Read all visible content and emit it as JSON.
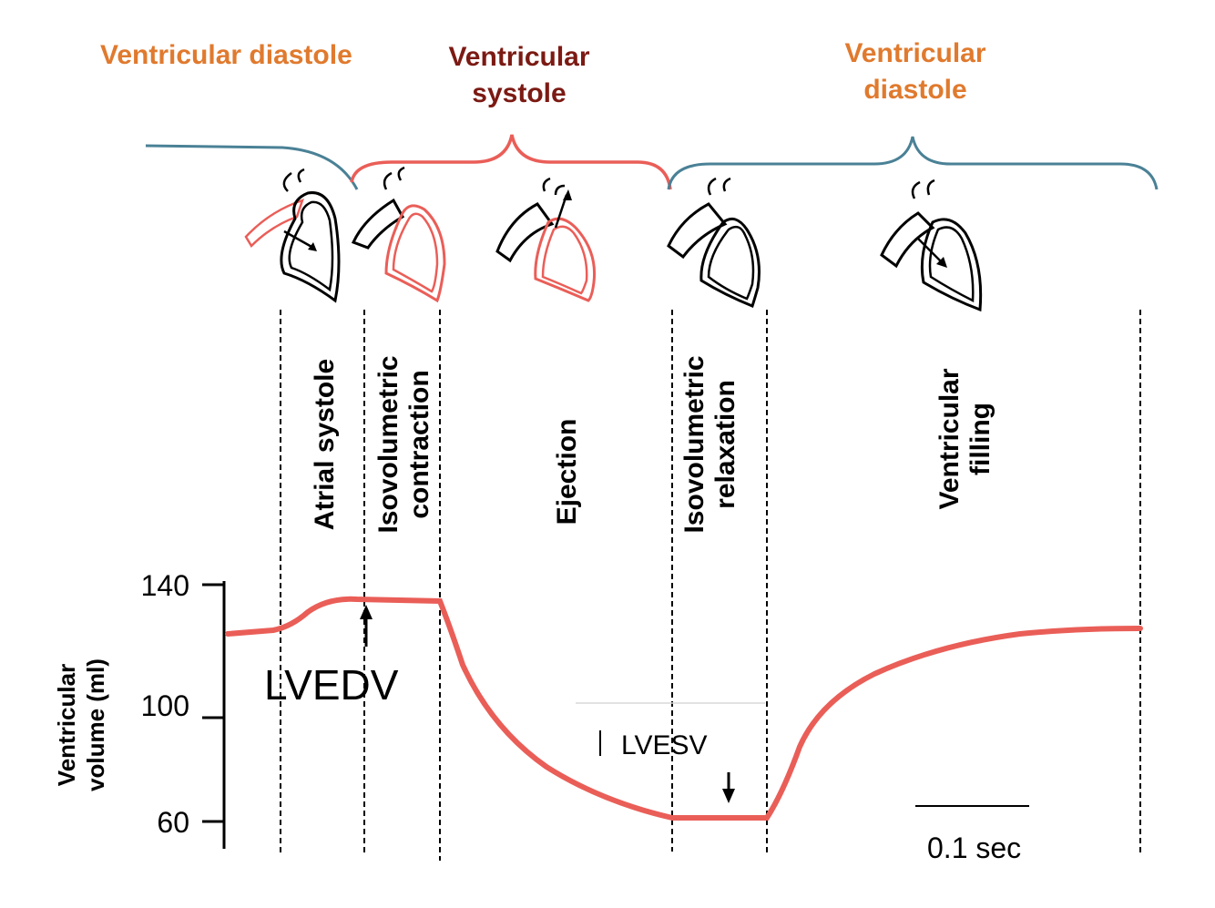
{
  "headers": {
    "diastole_left": {
      "text": "Ventricular diastole",
      "color": "#e07a2e"
    },
    "systole": {
      "line1": "Ventricular",
      "line2": "systole",
      "color": "#7b1a13"
    },
    "diastole_right": {
      "line1": "Ventricular",
      "line2": "diastole",
      "color": "#e07a2e"
    }
  },
  "colors": {
    "diastole_bracket": "#4a8196",
    "systole_bracket": "#ea5e58",
    "volume_curve": "#ea5e58",
    "heart_outline": "#000000",
    "heart_highlight": "#ea5e58"
  },
  "phases": [
    {
      "lines": [
        "Atrial systole"
      ]
    },
    {
      "lines": [
        "Isovolumetric",
        "contraction"
      ]
    },
    {
      "lines": [
        "Ejection"
      ]
    },
    {
      "lines": [
        "Isovolumetric",
        "relaxation"
      ]
    },
    {
      "lines": [
        "Ventricular",
        "filling"
      ]
    }
  ],
  "axis": {
    "ylabel_line1": "Ventricular",
    "ylabel_line2": "volume (ml)",
    "ticks": [
      "140",
      "100",
      "60"
    ]
  },
  "annotations": {
    "lvedv": "LVEDV",
    "lvesv": "LVESV",
    "scale_bar": "0.1 sec"
  },
  "icons": [
    "heart-atrial-systole-icon",
    "heart-isovolumetric-contraction-icon",
    "heart-ejection-icon",
    "heart-isovolumetric-relaxation-icon",
    "heart-ventricular-filling-icon",
    "arrow-up-icon",
    "arrow-down-icon"
  ]
}
